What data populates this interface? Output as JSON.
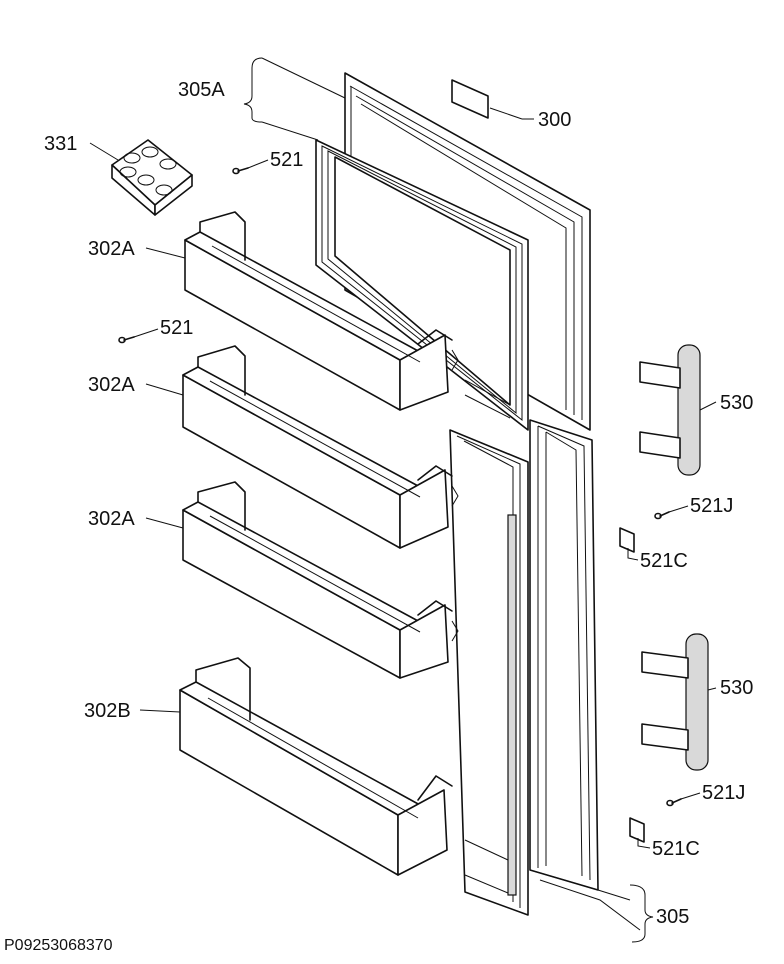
{
  "diagram": {
    "document_code": "P09253068370",
    "labels": {
      "door_freezer": "305A",
      "label_plate": "300",
      "egg_tray": "331",
      "screw_top": "521",
      "shelf_1": "302A",
      "screw_mid": "521",
      "shelf_2": "302A",
      "shelf_3": "302A",
      "shelf_bottom": "302B",
      "handle_upper": "530",
      "screw_j_upper": "521J",
      "cover_c_upper": "521C",
      "handle_lower": "530",
      "screw_j_lower": "521J",
      "cover_c_lower": "521C",
      "door_fridge": "305"
    }
  }
}
